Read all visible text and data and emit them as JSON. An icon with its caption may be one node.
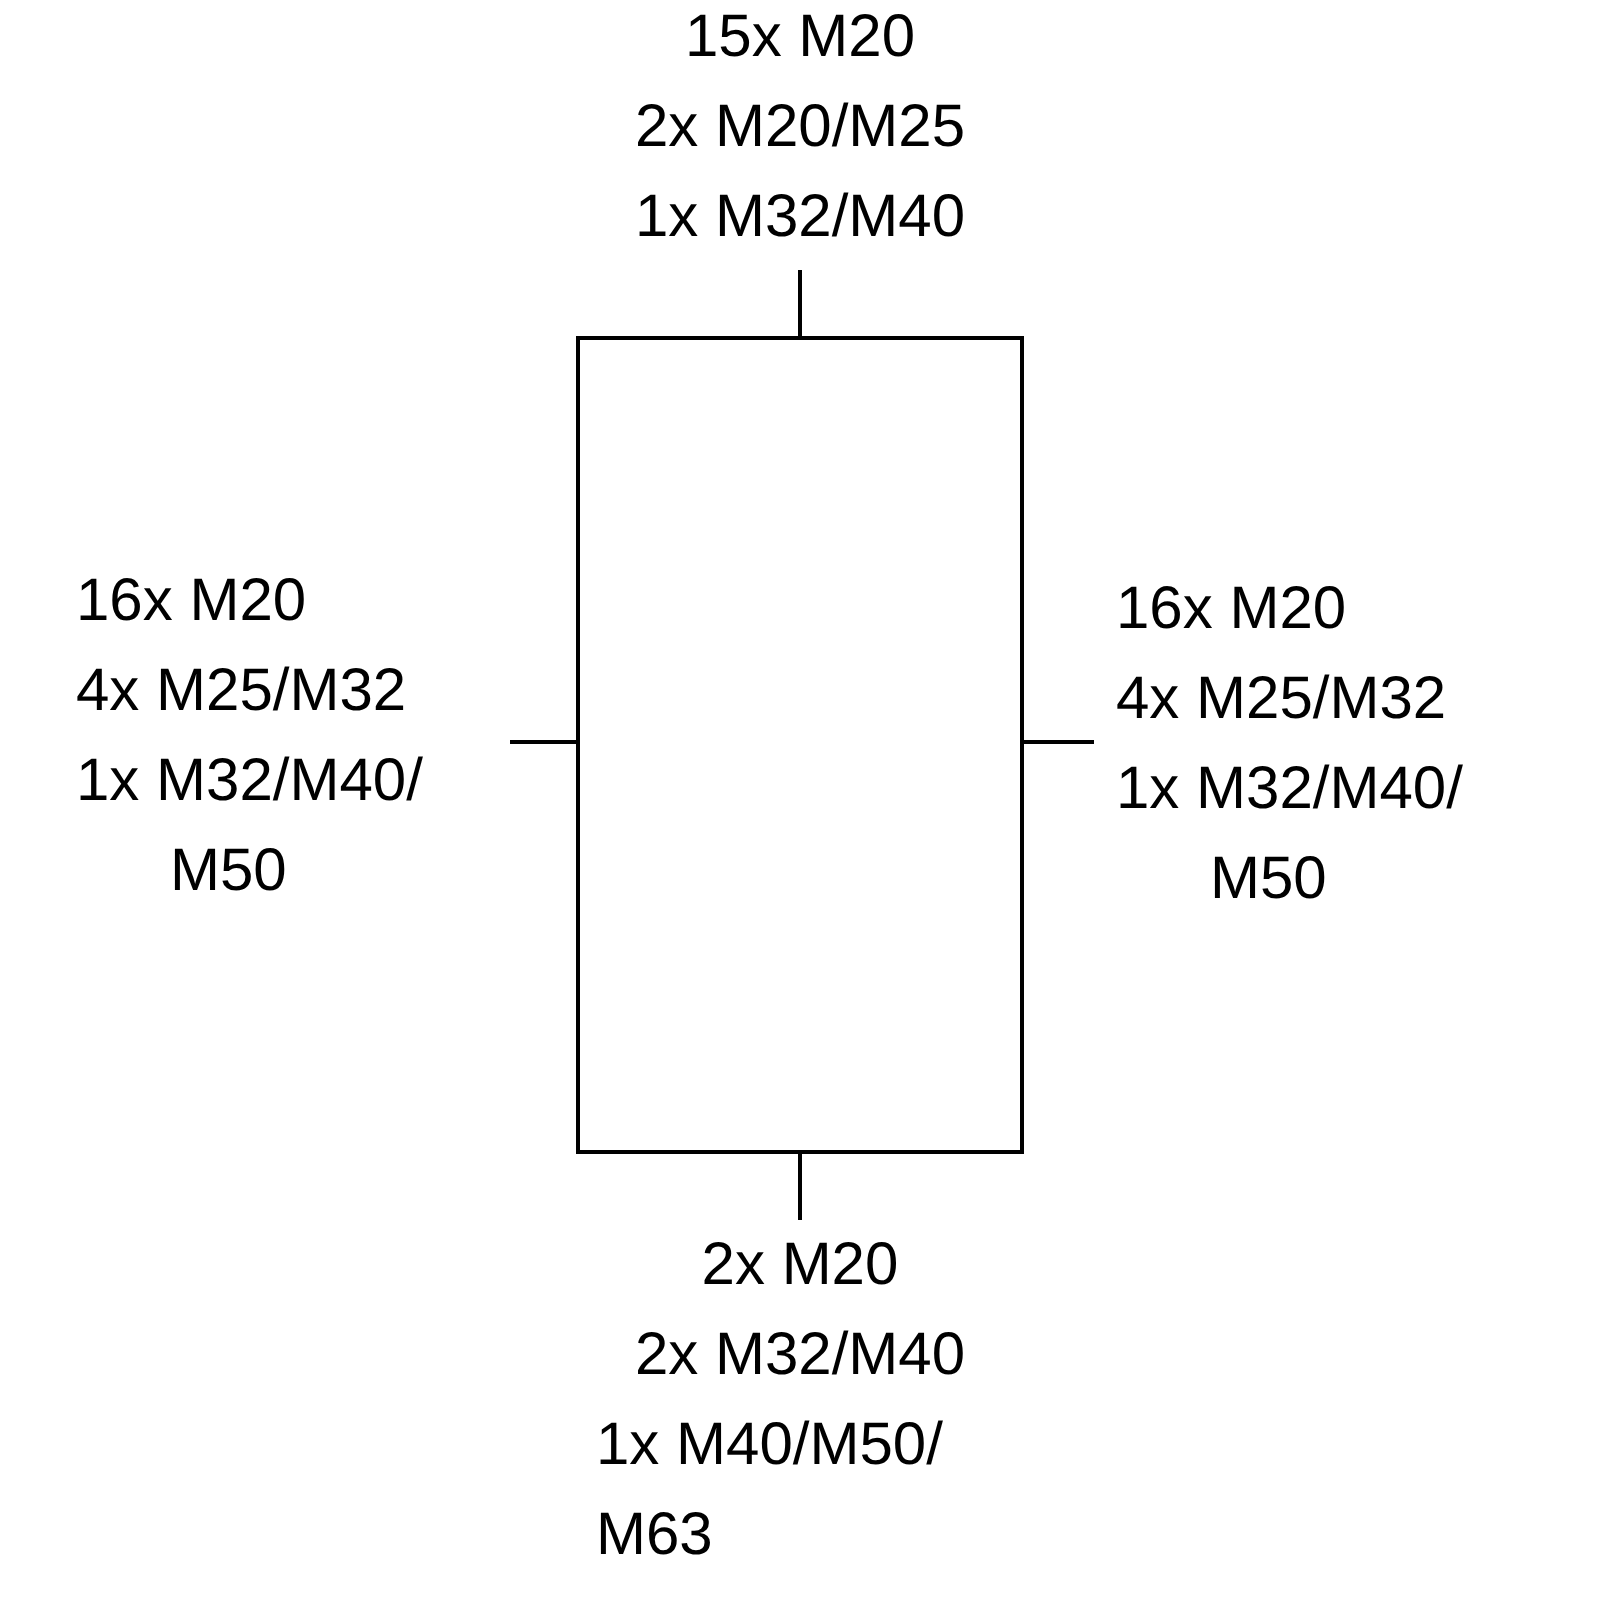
{
  "diagram": {
    "nodes": [
      {
        "text": [
          "15x M20",
          "2x M20/M25",
          "1x M32/M40"
        ]
      },
      {
        "text": [
          "16x M20",
          "4x M25/M32",
          "1x M32/M40/ M50"
        ]
      },
      {
        "text": [],
        "shape": "box"
      },
      {
        "text": [
          "16x M20",
          "4x M25/M32",
          "1x M32/M40/ M50"
        ]
      },
      {
        "text": [
          "2x M20",
          "2x M32/M40",
          "1x M40/M50/ M63"
        ]
      }
    ],
    "edges": [
      {
        "from": 0,
        "to": 2,
        "arrow": "none"
      },
      {
        "from": 1,
        "to": 2,
        "arrow": "none"
      },
      {
        "from": 3,
        "to": 2,
        "arrow": "none"
      },
      {
        "from": 4,
        "to": 2,
        "arrow": "none"
      }
    ]
  }
}
